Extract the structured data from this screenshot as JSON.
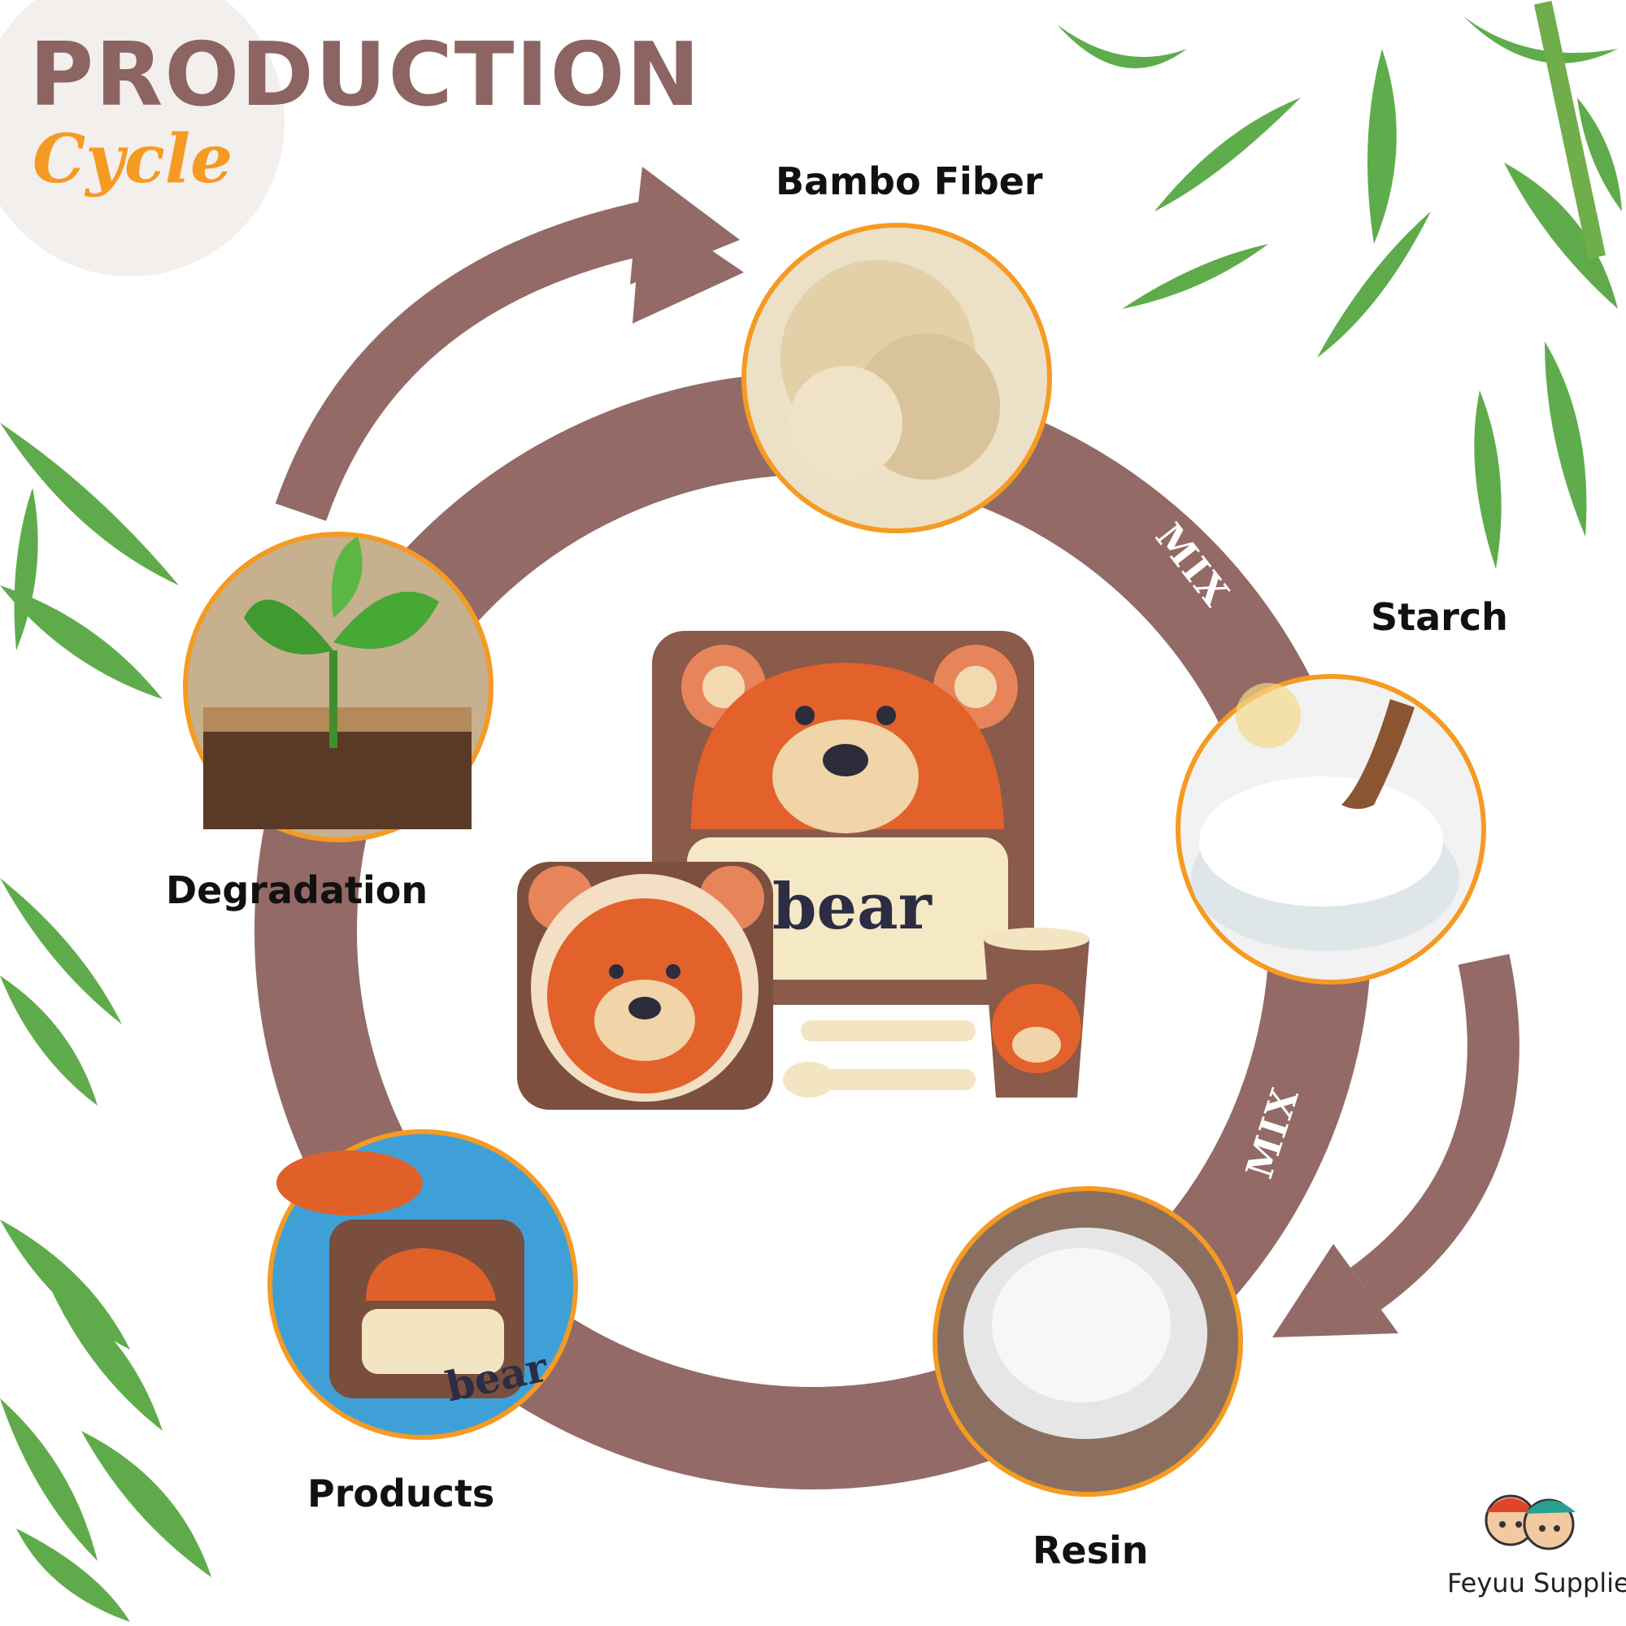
{
  "title": {
    "main": "PRODUCTION",
    "script": "Cycle"
  },
  "stages": [
    {
      "name": "Bambo Fiber"
    },
    {
      "name": "Starch"
    },
    {
      "name": "Resin"
    },
    {
      "name": "Products"
    },
    {
      "name": "Degradation"
    }
  ],
  "flow_labels": [
    "MIX",
    "MIX"
  ],
  "center_product": {
    "text": "bear"
  },
  "brand": {
    "name": "Feyuu Supplies"
  },
  "colors": {
    "ring": "#936a66",
    "title": "#8c6461",
    "accent": "#f59a22",
    "leaf": "#4ea338"
  }
}
